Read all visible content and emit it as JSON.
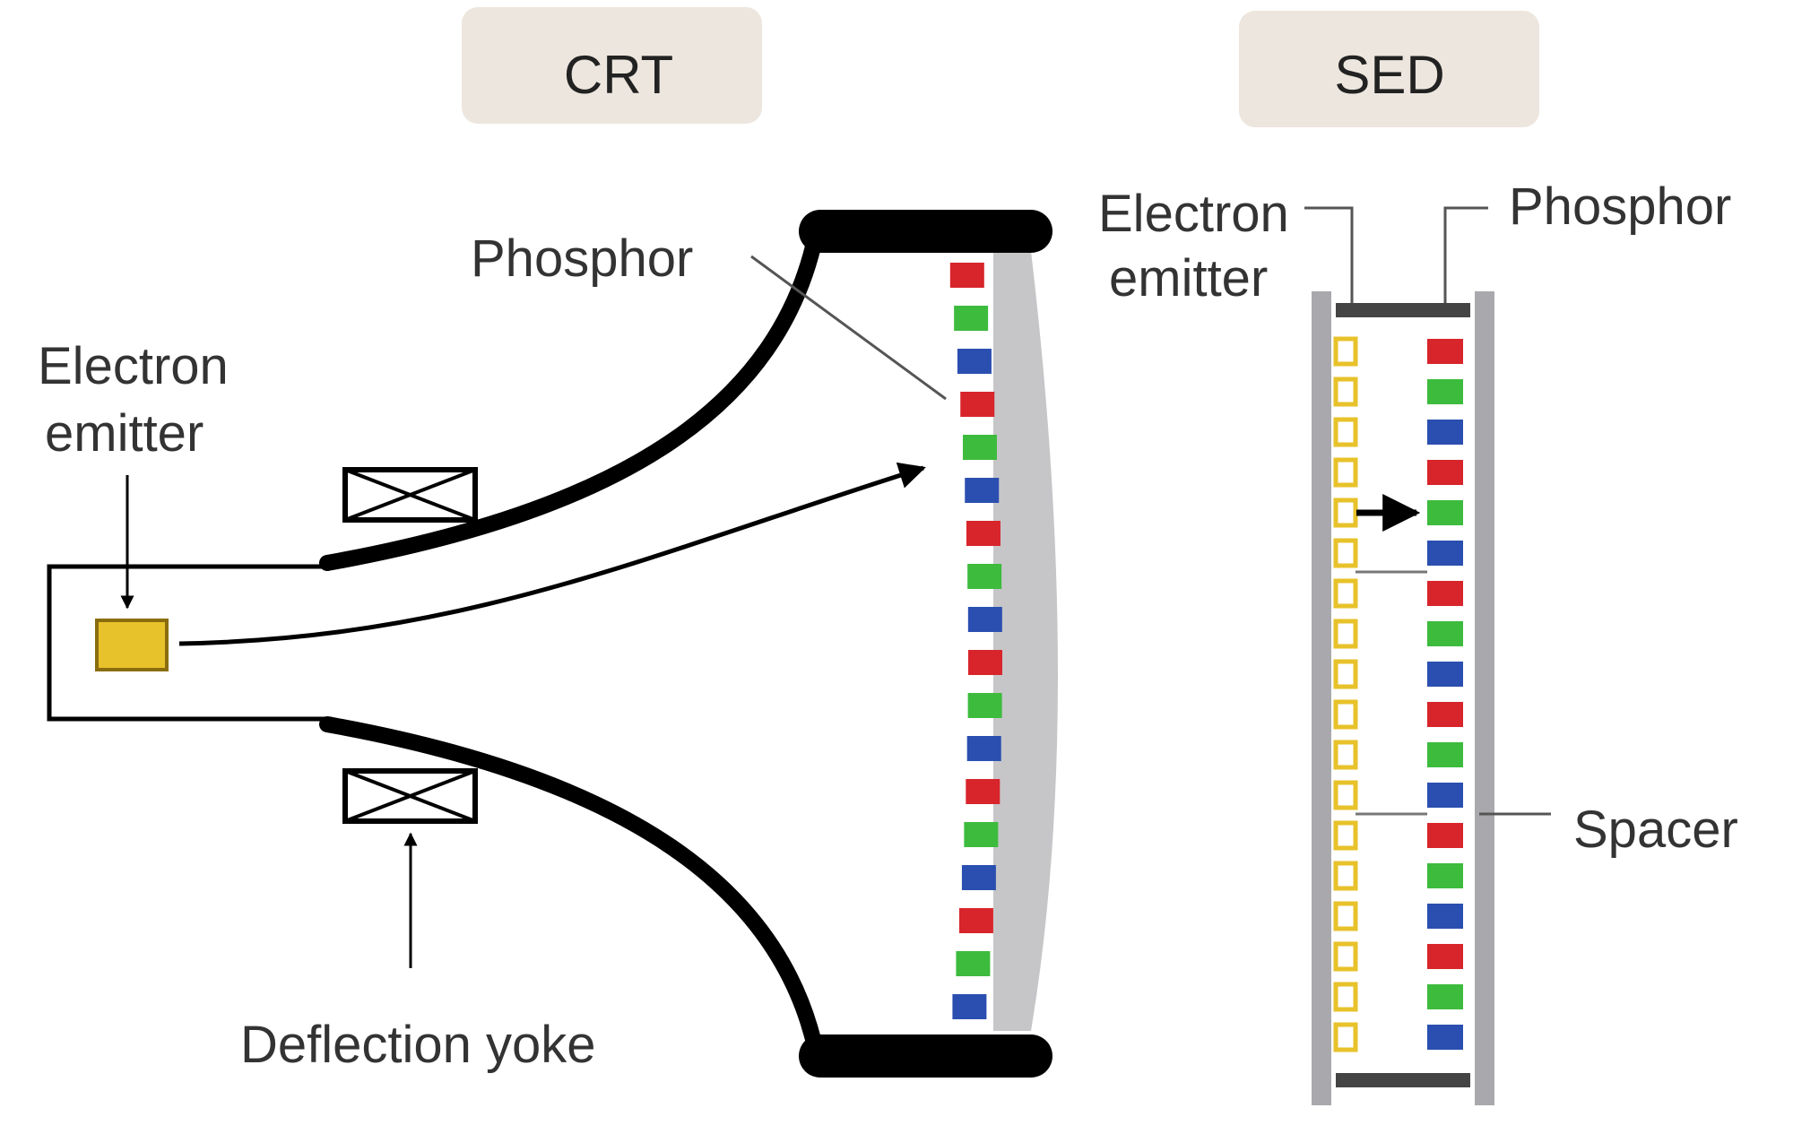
{
  "crt": {
    "title": "CRT",
    "labels": {
      "electron_emitter_line1": "Electron",
      "electron_emitter_line2": "emitter",
      "phosphor": "Phosphor",
      "deflection_yoke": "Deflection yoke"
    }
  },
  "sed": {
    "title": "SED",
    "labels": {
      "electron_emitter_line1": "Electron",
      "electron_emitter_line2": "emitter",
      "phosphor": "Phosphor",
      "spacer": "Spacer"
    }
  },
  "colors": {
    "title_box": "#ede6de",
    "emitter": "#e8c22a",
    "emitter_border": "#8a6d10",
    "phosphor_red": "#d7252b",
    "phosphor_green": "#3dbb3d",
    "phosphor_blue": "#2b4fb0",
    "screen_glass": "#c6c6c8",
    "sed_wall": "#a9a9ad",
    "tube": "#000000"
  }
}
